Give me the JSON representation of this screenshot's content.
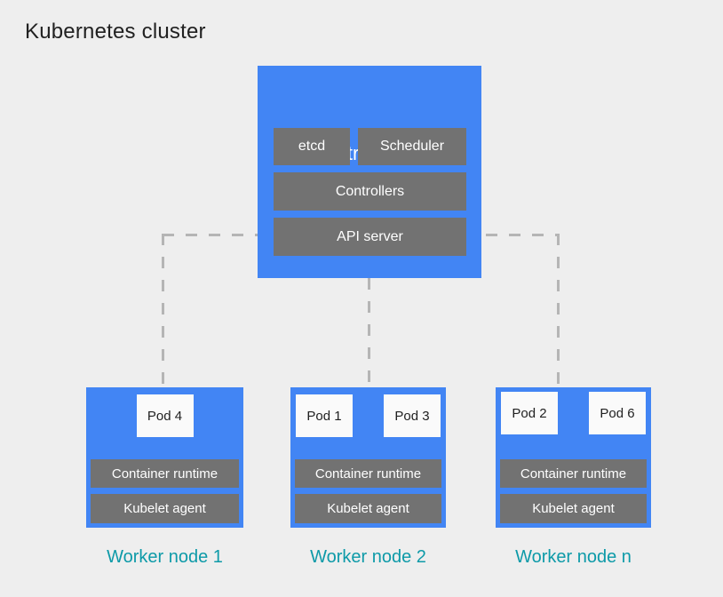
{
  "title": "Kubernetes cluster",
  "colors": {
    "background": "#eeeeee",
    "node_blue": "#4285f4",
    "component_gray": "#727272",
    "pod_white": "#fafafa",
    "dashed_line": "#b5b5b5",
    "worker_label_teal": "#0d9aa8",
    "title_text": "#212121"
  },
  "control_plane": {
    "label": "Control plane",
    "etcd": "etcd",
    "scheduler": "Scheduler",
    "controllers": "Controllers",
    "api_server": "API server"
  },
  "workers": [
    {
      "label": "Worker node 1",
      "pods": [
        "Pod 4"
      ],
      "runtime": "Container runtime",
      "kubelet": "Kubelet agent"
    },
    {
      "label": "Worker node 2",
      "pods": [
        "Pod 1",
        "Pod 3"
      ],
      "runtime": "Container runtime",
      "kubelet": "Kubelet agent"
    },
    {
      "label": "Worker node n",
      "pods": [
        "Pod 2",
        "Pod 6"
      ],
      "runtime": "Container runtime",
      "kubelet": "Kubelet agent"
    }
  ]
}
